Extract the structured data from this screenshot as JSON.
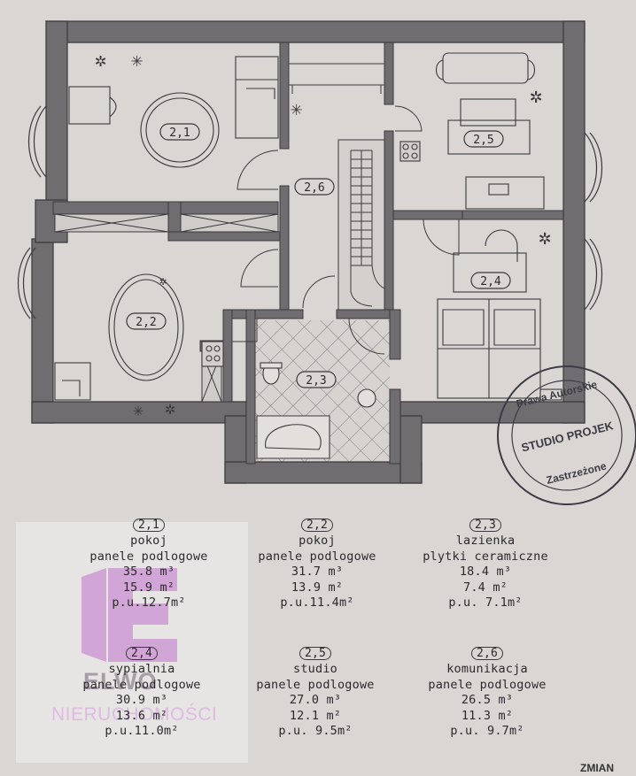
{
  "plan": {
    "rooms": [
      {
        "code": "2,1"
      },
      {
        "code": "2,2"
      },
      {
        "code": "2,3"
      },
      {
        "code": "2,4"
      },
      {
        "code": "2,5"
      },
      {
        "code": "2,6"
      }
    ],
    "stamp": {
      "line1": "Prawa Autorskie",
      "line2": "STUDIO PROJEK",
      "line3": "Zastrzeżone"
    }
  },
  "legend": [
    {
      "code": "2,1",
      "name": "pokoj",
      "floor": "panele podlogowe",
      "volume": "35.8 m³",
      "area": "15.9 m²",
      "usable": "p.u.12.7m²"
    },
    {
      "code": "2,2",
      "name": "pokoj",
      "floor": "panele podlogowe",
      "volume": "31.7 m³",
      "area": "13.9 m²",
      "usable": "p.u.11.4m²"
    },
    {
      "code": "2,3",
      "name": "lazienka",
      "floor": "plytki ceramiczne",
      "volume": "18.4 m³",
      "area": "7.4 m²",
      "usable": "p.u. 7.1m²"
    },
    {
      "code": "2,4",
      "name": "sypialnia",
      "floor": "panele podlogowe",
      "volume": "30.9 m³",
      "area": "13.6 m²",
      "usable": "p.u.11.0m²"
    },
    {
      "code": "2,5",
      "name": "studio",
      "floor": "panele podlogowe",
      "volume": "27.0 m³",
      "area": "12.1 m²",
      "usable": "p.u. 9.5m²"
    },
    {
      "code": "2,6",
      "name": "komunikacja",
      "floor": "panele podlogowe",
      "volume": "26.5 m³",
      "area": "11.3 m²",
      "usable": "p.u. 9.7m²"
    }
  ],
  "watermark": {
    "brand": "ELWO",
    "subtitle": "NIERUCHOMOŚCI",
    "accent": "#c98fd0"
  },
  "footer_text": "ZMIAN"
}
